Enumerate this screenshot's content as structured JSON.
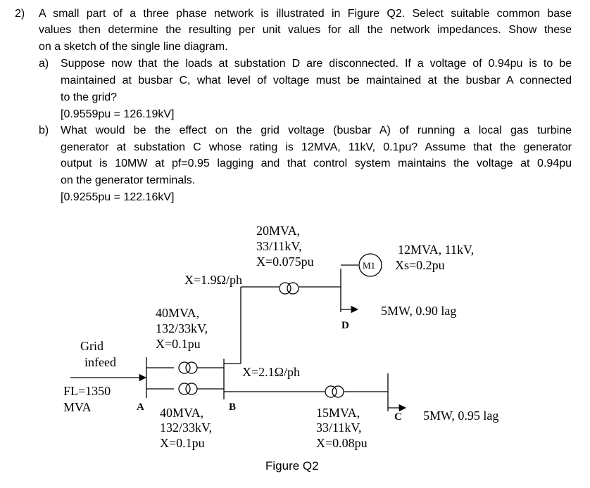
{
  "question": {
    "number": "2)",
    "intro_lines": [
      "A small part of a three phase network is illustrated in Figure Q2. Select suitable common base",
      "values then determine the resulting per unit values for all the network impedances. Show these",
      "on a sketch of the single line diagram."
    ],
    "part_a": {
      "label": "a)",
      "lines": [
        "Suppose now that the loads at substation D are disconnected. If a voltage of 0.94pu is to be",
        "maintained at busbar C, what level of voltage must be maintained at the busbar A connected",
        "to the grid?"
      ],
      "answer": "[0.9559pu = 126.19kV]"
    },
    "part_b": {
      "label": "b)",
      "lines": [
        "What would be the effect on the grid voltage (busbar A) of running a local gas turbine",
        "generator at substation C whose rating is 12MVA, 11kV, 0.1pu? Assume that the generator",
        "output is 10MW at pf=0.95 lagging and that control system maintains the voltage at 0.94pu",
        "on the generator terminals."
      ],
      "answer": "[0.9255pu = 122.16kV]"
    }
  },
  "figure": {
    "caption": "Figure Q2",
    "grid": {
      "line1": "Grid",
      "line2": "infeed",
      "fl_line1": "FL=1350",
      "fl_line2": "MVA"
    },
    "busbars": {
      "A": "A",
      "B": "B",
      "C": "C",
      "D": "D"
    },
    "transformer_top": {
      "line1": "40MVA,",
      "line2": "132/33kV,",
      "line3": "X=0.1pu"
    },
    "transformer_bottom": {
      "line1": "40MVA,",
      "line2": "132/33kV,",
      "line3": "X=0.1pu"
    },
    "line_bd": "X=1.9Ω/ph",
    "line_bc": "X=2.1Ω/ph",
    "transformer_d": {
      "line1": "20MVA,",
      "line2": "33/11kV,",
      "line3": "X=0.075pu"
    },
    "transformer_c": {
      "line1": "15MVA,",
      "line2": "33/11kV,",
      "line3": "X=0.08pu"
    },
    "motor": {
      "symbol": "M1",
      "line1": "12MVA, 11kV,",
      "line2": "Xs=0.2pu"
    },
    "load_d": "5MW, 0.90 lag",
    "load_c": "5MW, 0.95 lag"
  }
}
